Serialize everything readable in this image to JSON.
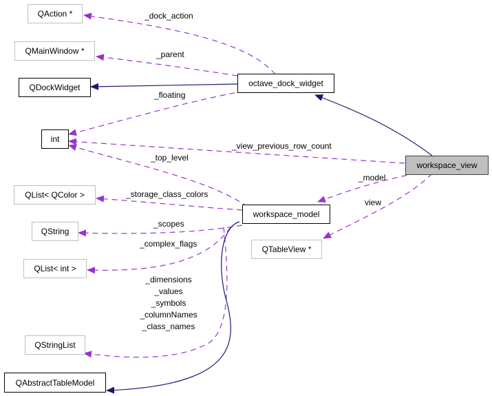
{
  "diagram": {
    "type": "collaboration-graph",
    "focus_class": "workspace_view",
    "colors": {
      "inheritance_edge": "#191970",
      "usage_edge": "#9a32cd",
      "focus_fill": "#bfbfbf",
      "external_border": "#bfbfbf",
      "documented_border": "#000000"
    },
    "nodes": {
      "qaction": "QAction *",
      "qmainwindow": "QMainWindow *",
      "qdockwidget": "QDockWidget",
      "octave_dock_widget": "octave_dock_widget",
      "int": "int",
      "workspace_view": "workspace_view",
      "qlist_qcolor": "QList< QColor >",
      "workspace_model": "workspace_model",
      "qstring": "QString",
      "qtableview": "QTableView *",
      "qlist_int": "QList< int >",
      "qstringlist": "QStringList",
      "qabstracttablemodel": "QAbstractTableModel"
    },
    "edge_labels": {
      "dock_action": "_dock_action",
      "parent": "_parent",
      "floating": "_floating",
      "view_previous_row_count": "_view_previous_row_count",
      "top_level": "_top_level",
      "model": "_model",
      "storage_class_colors": "_storage_class_colors",
      "view": "view",
      "scopes": "_scopes",
      "complex_flags": "_complex_flags",
      "stringlist_members": [
        "_dimensions",
        "_values",
        "_symbols",
        "_columnNames",
        "_class_names"
      ]
    }
  }
}
